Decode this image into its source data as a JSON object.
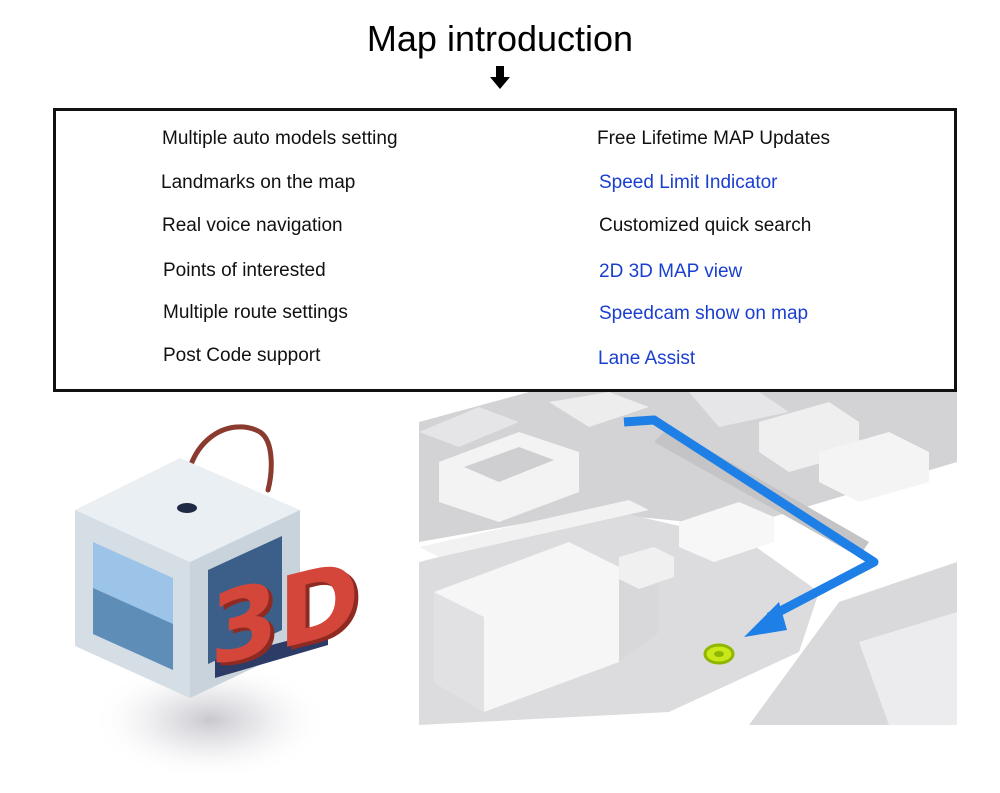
{
  "page": {
    "title": "Map introduction"
  },
  "features": {
    "left": [
      {
        "label": "Multiple auto models setting",
        "style": "plain"
      },
      {
        "label": "Landmarks on the map",
        "style": "plain"
      },
      {
        "label": "Real voice navigation",
        "style": "plain"
      },
      {
        "label": "Points of interested",
        "style": "plain"
      },
      {
        "label": "Multiple route settings",
        "style": "plain"
      },
      {
        "label": "Post Code support",
        "style": "plain"
      }
    ],
    "right": [
      {
        "label": "Free Lifetime MAP Updates",
        "style": "plain"
      },
      {
        "label": "Speed Limit Indicator",
        "style": "blue"
      },
      {
        "label": "Customized quick search",
        "style": "plain"
      },
      {
        "label": "2D 3D MAP view",
        "style": "blue"
      },
      {
        "label": "Speedcam show on map",
        "style": "blue"
      },
      {
        "label": "Lane Assist",
        "style": "blue"
      }
    ]
  },
  "colors": {
    "highlight_text": "#1a3fd0",
    "route": "#1e7fe6",
    "cube_face": "#dde6ec",
    "cube_window": "#5e95c8",
    "badge_3d": "#d4463a",
    "marker": "#c8e81a"
  },
  "icons": {
    "header_arrow": "arrow-down-icon",
    "left_illustration": "cube-3d-icon",
    "right_illustration": "map-route-illustration"
  }
}
